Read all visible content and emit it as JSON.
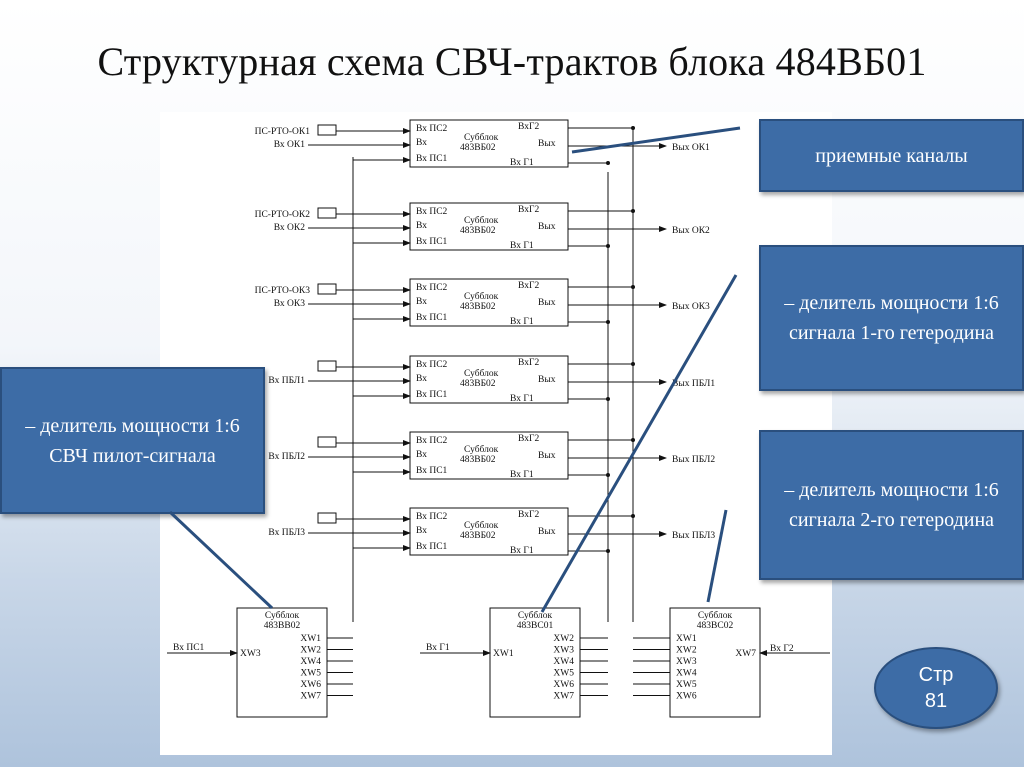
{
  "title": "Структурная схема СВЧ-трактов блока 484ВБ01",
  "callouts": {
    "receive_channels": "приемные каналы",
    "lo1_divider": "– делитель мощности 1:6 сигнала 1-го гетеродина",
    "pilot_divider": "– делитель мощности 1:6 СВЧ пилот-сигнала",
    "lo2_divider": "– делитель мощности 1:6 сигнала 2-го гетеродина"
  },
  "page_badge": {
    "label": "Стр",
    "number": "81"
  },
  "schematic": {
    "subblock": {
      "name": "Субблок",
      "model": "483ВБ02",
      "ports": {
        "ps2": "Вх ПС2",
        "input": "Вх",
        "ps1": "Вх ПС1",
        "g2": "ВхГ2",
        "out": "Вых",
        "g1": "Вх Г1"
      }
    },
    "rows": [
      {
        "pilot_in": "ПС-РТО-ОК1",
        "input": "Вх ОК1",
        "output": "Вых ОК1"
      },
      {
        "pilot_in": "ПС-РТО-ОК2",
        "input": "Вх ОК2",
        "output": "Вых ОК2"
      },
      {
        "pilot_in": "ПС-РТО-ОК3",
        "input": "Вх ОК3",
        "output": "Вых ОК3"
      },
      {
        "pilot_in": "",
        "input": "Вх ПБЛ1",
        "output": "Вых ПБЛ1"
      },
      {
        "pilot_in": "",
        "input": "Вх ПБЛ2",
        "output": "Вых ПБЛ2"
      },
      {
        "pilot_in": "",
        "input": "Вх ПБЛ3",
        "output": "Вых ПБЛ3"
      }
    ],
    "dividers": [
      {
        "name": "Субблок",
        "model": "483ВВ02",
        "input_label": "Вх ПС1",
        "port_in": "XW3",
        "outputs": [
          "XW1",
          "XW2",
          "XW4",
          "XW5",
          "XW6",
          "XW7"
        ]
      },
      {
        "name": "Субблок",
        "model": "483ВС01",
        "input_label": "Вх Г1",
        "port_in": "XW1",
        "outputs": [
          "XW2",
          "XW3",
          "XW4",
          "XW5",
          "XW6",
          "XW7"
        ]
      },
      {
        "name": "Субблок",
        "model": "483ВС02",
        "input_label": "Вх Г2",
        "port_in": "XW7",
        "outputs": [
          "XW1",
          "XW2",
          "XW3",
          "XW4",
          "XW5",
          "XW6"
        ]
      }
    ]
  }
}
